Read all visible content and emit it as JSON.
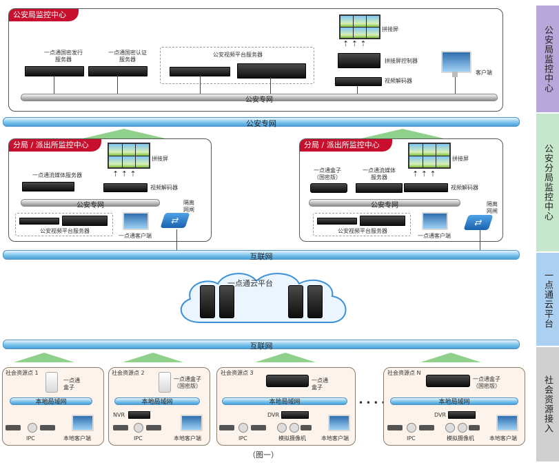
{
  "sidebar": {
    "sections": [
      {
        "label": "公安局监控中心",
        "color": "#b19cd9"
      },
      {
        "label": "公安分局监控中心",
        "color": "#bfe3c5"
      },
      {
        "label": "一点通云平台",
        "color": "#a9cdf0"
      },
      {
        "label": "社会资源接入",
        "color": "#c9c9c9"
      }
    ]
  },
  "hq": {
    "title": "公安局监控中心",
    "server1": "一点通国密发行\n服务器",
    "server2": "一点通国密认证\n服务器",
    "group": "公安视频平台服务器",
    "wall": "拼接屏",
    "wall_ctrl": "拼接屏控制器",
    "decoder": "视频解码器",
    "client": "客户端",
    "net": "公安专网"
  },
  "backbone": {
    "net": "公安专网"
  },
  "branches": [
    {
      "title": "分局 / 派出所监控中心",
      "media": "一点通流媒体服务器",
      "wall": "拼接屏",
      "decoder": "视频解码器",
      "net": "公安专网",
      "platform": "公安视频平台服务器",
      "client": "一点通客户端",
      "gateway": "隔离\n网闸"
    },
    {
      "title": "分局 / 派出所监控中心",
      "box": "一点通盒子\n（国密版）",
      "media": "一点通流媒体\n服务器",
      "wall": "拼接屏",
      "decoder": "视频解码器",
      "net": "公安专网",
      "platform": "公安视频平台服务器",
      "client": "一点通客户端",
      "gateway": "隔离\n网闸"
    }
  ],
  "internet_top": "互联网",
  "cloud": "一点通云平台",
  "internet_bottom": "互联网",
  "sites": [
    {
      "title": "社会资源点 1",
      "box": "一点通\n盒子",
      "lan": "本地局域网",
      "ipc": "IPC",
      "client": "本地客户端"
    },
    {
      "title": "社会资源点 2",
      "box": "一点通盒子\n（国密版）",
      "nvr": "NVR",
      "lan": "本地局域网",
      "ipc": "IPC",
      "client": "本地客户端"
    },
    {
      "title": "社会资源点 3",
      "box": "一点通\n盒子",
      "dvr": "DVR",
      "lan": "本地局域网",
      "ipc": "IPC",
      "analog": "模拟摄像机",
      "client": "本地客户端"
    },
    {
      "title": "社会资源点 N",
      "box": "一点通盒子\n（国密版）",
      "dvr": "DVR",
      "lan": "本地局域网",
      "ipc": "IPC",
      "analog": "模拟摄像机",
      "client": "本地客户端"
    }
  ],
  "ellipsis": "• • • •",
  "caption": "（图一）"
}
